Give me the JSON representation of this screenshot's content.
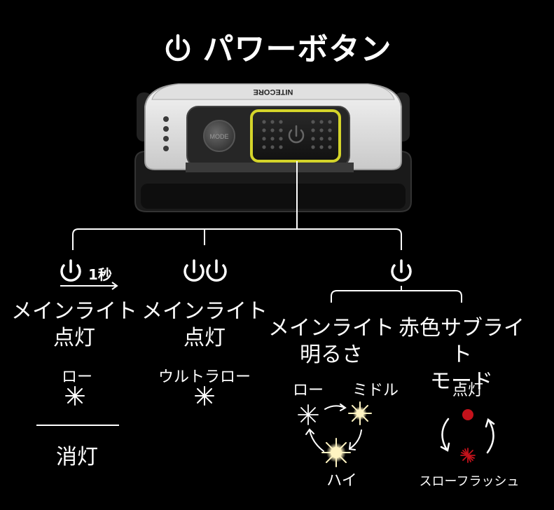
{
  "title": "パワーボタン",
  "device": {
    "brand": "NITECORE",
    "mode_button": "MODE"
  },
  "hold_time": "1秒",
  "branches": [
    {
      "line1": "メインライト",
      "line2": "点灯",
      "sub": "ロー",
      "off_label": "消灯"
    },
    {
      "line1": "メインライト",
      "line2": "点灯",
      "sub": "ウルトラロー"
    },
    {
      "groups": [
        {
          "line1": "メインライト",
          "line2": "明るさ",
          "levels": [
            "ロー",
            "ミドル",
            "ハイ"
          ]
        },
        {
          "line1": "赤色サブライト",
          "line2": "モード",
          "states": [
            "点灯",
            "スローフラッシュ"
          ]
        }
      ]
    }
  ],
  "colors": {
    "highlight": "#d4d42a",
    "red_led": "#c4121b",
    "glow": "#fff4c2"
  }
}
